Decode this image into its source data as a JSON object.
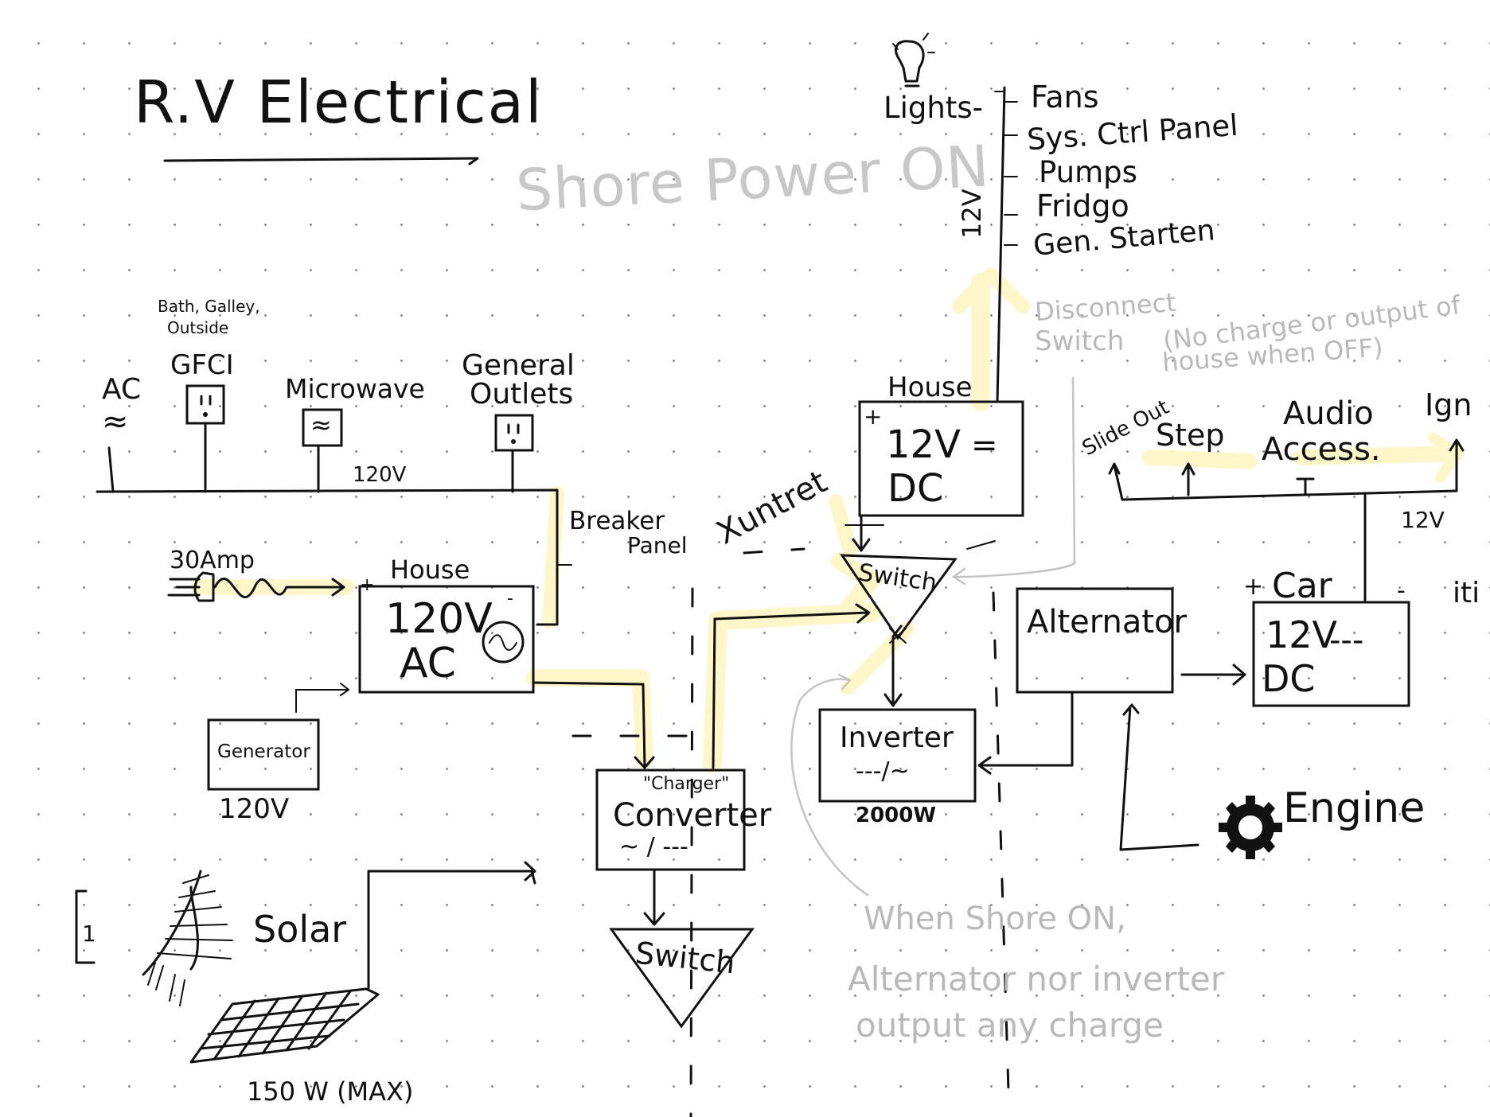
{
  "title": "R.V Electrical",
  "watermark": "Shore Power ON",
  "ac_bus": {
    "ac_label": "AC",
    "ac_symbol": "≈",
    "gfci_note_line1": "Bath, Galley,",
    "gfci_note_line2": "Outside",
    "gfci": "GFCI",
    "microwave": "Microwave",
    "microwave_symbol": "≈",
    "general_outlets_line1": "General",
    "general_outlets_line2": "Outlets",
    "voltage": "120V",
    "breaker_line1": "Breaker",
    "breaker_line2": "Panel"
  },
  "shore": {
    "amp": "30Amp"
  },
  "house_ac": {
    "caption": "House",
    "line1": "120V",
    "line2": "AC",
    "symbol": "~",
    "plus": "+",
    "minus": "-"
  },
  "generator": {
    "label": "Generator",
    "voltage": "120V"
  },
  "solar": {
    "label": "Solar",
    "rating": "150 W (MAX)",
    "bracket": "1"
  },
  "converter": {
    "quote": "\"Charger\"",
    "label": "Converter",
    "symbol": "~ / ---"
  },
  "switches": {
    "center": "Switch",
    "bottom": "Switch"
  },
  "x_note": "Xuntret",
  "house_dc": {
    "caption": "House",
    "line1": "12V",
    "line1_symbol": "=",
    "line2": "DC",
    "plus": "+"
  },
  "dc_loads": {
    "lights": "Lights-",
    "fans": "Fans",
    "panel": "Sys. Ctrl Panel",
    "pumps": "Pumps",
    "fridge": "Fridgo",
    "starter": "Gen. Starten",
    "voltage": "12V"
  },
  "disconnect_note": {
    "line1": "Disconnect",
    "line2": "Switch",
    "paren1": "(No charge or output of",
    "paren2": "house when OFF)"
  },
  "inverter": {
    "label": "Inverter",
    "symbol": "---/~",
    "rating": "2000W"
  },
  "alternator": {
    "label": "Alternator"
  },
  "car": {
    "caption": "Car",
    "plus": "+",
    "minus": "-",
    "line1": "12V",
    "line1_symbol": "---",
    "line2": "DC",
    "side_text": "iti"
  },
  "car_loads": {
    "slide_out": "Slide Out",
    "step": "Step",
    "audio_line1": "Audio",
    "audio_line2": "Access.",
    "ign": "Ign",
    "voltage": "12V"
  },
  "engine": {
    "label": "Engine"
  },
  "shore_note": {
    "line1": "When Shore ON,",
    "line2": "Alternator nor inverter",
    "line3": "output any charge"
  }
}
